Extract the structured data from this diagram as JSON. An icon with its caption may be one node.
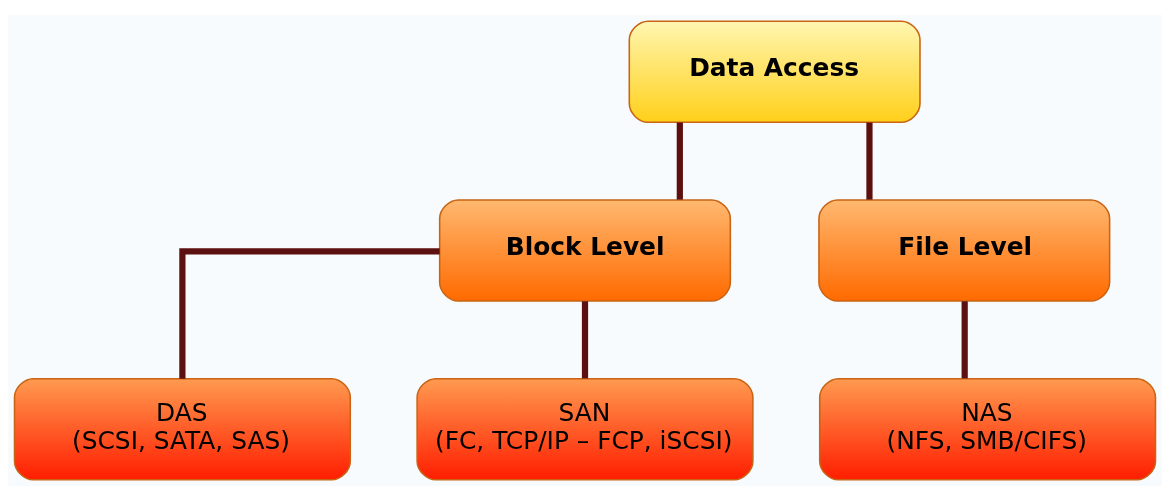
{
  "diagram": {
    "nodes": [
      {
        "text": [
          "Data Access"
        ]
      },
      {
        "text": [
          "Block Level"
        ]
      },
      {
        "text": [
          "File Level"
        ]
      },
      {
        "text": [
          "DAS",
          "(SCSI, SATA, SAS)"
        ]
      },
      {
        "text": [
          "SAN",
          "(FC, TCP/IP – FCP, iSCSI)"
        ]
      },
      {
        "text": [
          "NAS",
          "(NFS, SMB/CIFS)"
        ]
      }
    ],
    "edges": [
      {
        "from": 0,
        "to": 1,
        "arrow": "none"
      },
      {
        "from": 0,
        "to": 2,
        "arrow": "none"
      },
      {
        "from": 1,
        "to": 3,
        "arrow": "none"
      },
      {
        "from": 1,
        "to": 4,
        "arrow": "none"
      },
      {
        "from": 2,
        "to": 5,
        "arrow": "none"
      }
    ]
  }
}
